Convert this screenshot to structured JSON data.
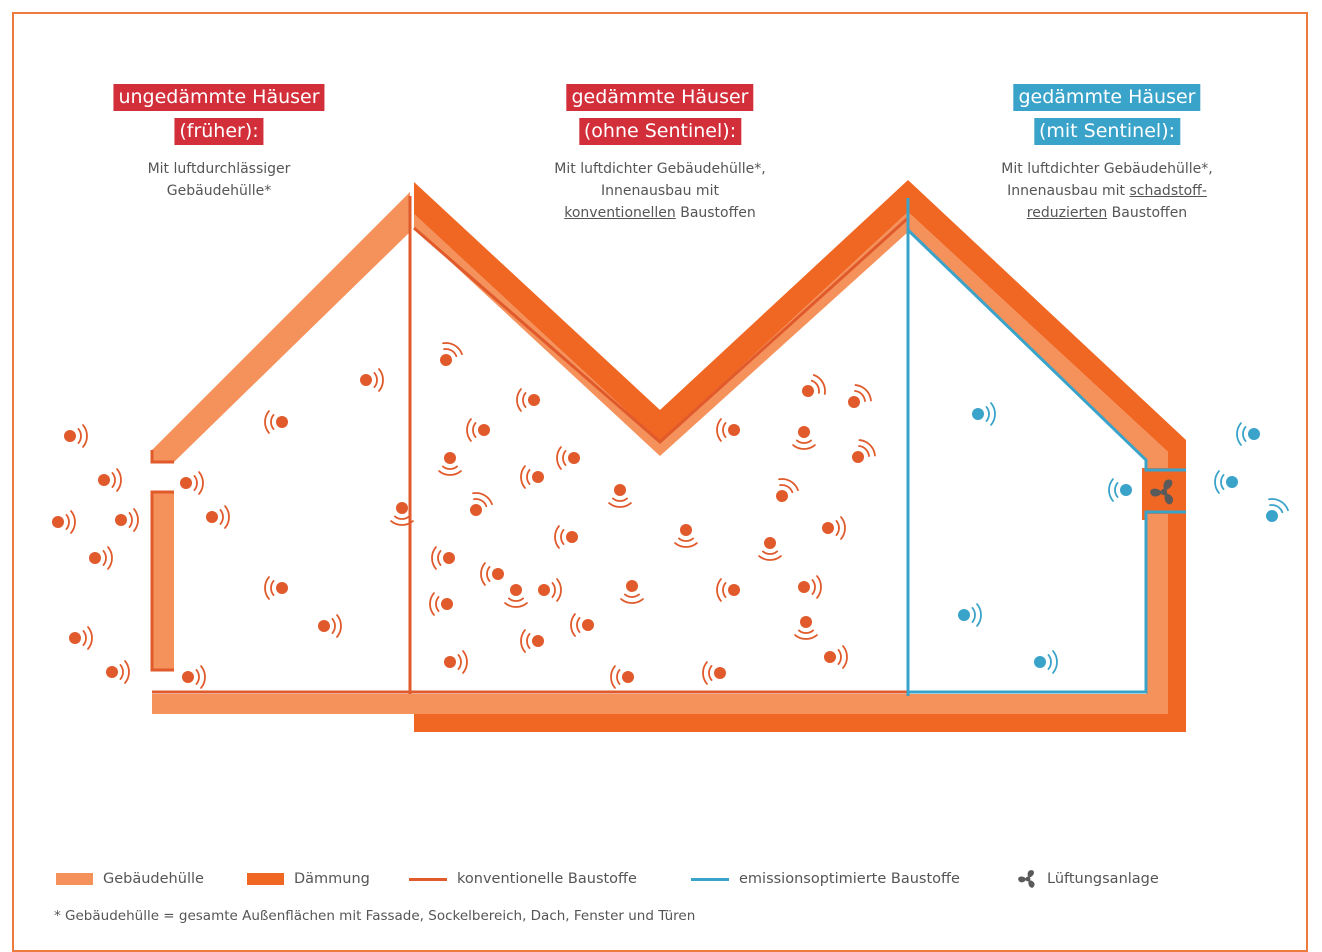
{
  "colors": {
    "envelope": "#f5915b",
    "insulation": "#f06724",
    "conventional": "#e05a2b",
    "emission": "#3aa3c9",
    "red_label": "#d32f3a",
    "blue_label": "#3aa3c9",
    "fan": "#5a5a5a"
  },
  "houses": [
    {
      "title_lines": [
        "ungedämmte Häuser",
        "(früher):"
      ],
      "desc": [
        "Mit luftdurchlässiger",
        "Gebäudehülle*"
      ]
    },
    {
      "title_lines": [
        "gedämmte Häuser",
        "(ohne Sentinel):"
      ],
      "desc": [
        "Mit luftdichter Gebäudehülle*,",
        "Innenausbau mit"
      ],
      "desc_underlined": "konventionellen",
      "desc_tail": " Baustoffen"
    },
    {
      "title_lines": [
        "gedämmte Häuser",
        "(mit Sentinel):"
      ],
      "desc": [
        "Mit luftdichter Gebäudehülle*,",
        "Innenausbau mit "
      ],
      "desc_underlined_a": "schadstoff-",
      "desc_underlined_b": "reduzierten",
      "desc_tail": " Baustoffen"
    }
  ],
  "legend": {
    "envelope": "Gebäudehülle",
    "insulation": "Dämmung",
    "conventional": "konventionelle Baustoffe",
    "emission": "emissionsoptimierte Baustoffe",
    "ventilation": "Lüftungsanlage",
    "ventilation_icon": "fan-icon"
  },
  "footnote": "* Gebäudehülle = gesamte Außenflächen mit Fassade, Sockelbereich, Dach, Fenster und Türen"
}
